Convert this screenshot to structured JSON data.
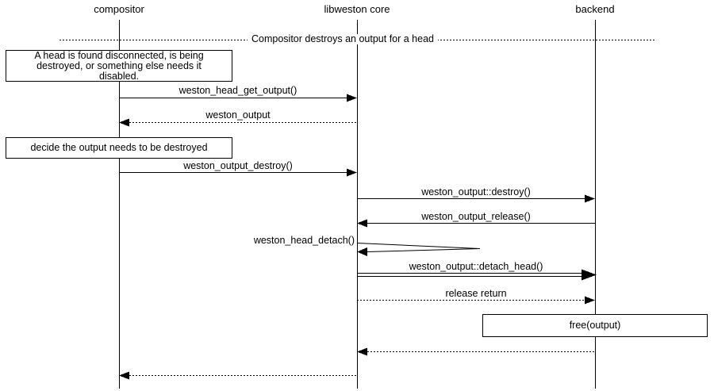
{
  "diagram_type": "sequence-diagram",
  "participants": [
    {
      "label": "compositor"
    },
    {
      "label": "libweston core"
    },
    {
      "label": "backend"
    }
  ],
  "divider": {
    "label": "Compositor destroys an output for a head"
  },
  "notes": {
    "head_disconnected": {
      "lines": [
        "A head is found disconnected, is being",
        "destroyed, or something else needs it",
        "disabled."
      ]
    },
    "decide": {
      "text": "decide the output needs to be destroyed"
    },
    "free": {
      "text": "free(output)"
    }
  },
  "messages": {
    "head_get_output": "weston_head_get_output()",
    "weston_output_return": "weston_output",
    "output_destroy": "weston_output_destroy()",
    "backend_destroy": "weston_output::destroy()",
    "output_release": "weston_output_release()",
    "head_detach": "weston_head_detach()",
    "detach_head": "weston_output::detach_head()",
    "release_return": "release return"
  },
  "colors": {
    "line": "#000000",
    "background": "#ffffff",
    "text": "#000000"
  }
}
